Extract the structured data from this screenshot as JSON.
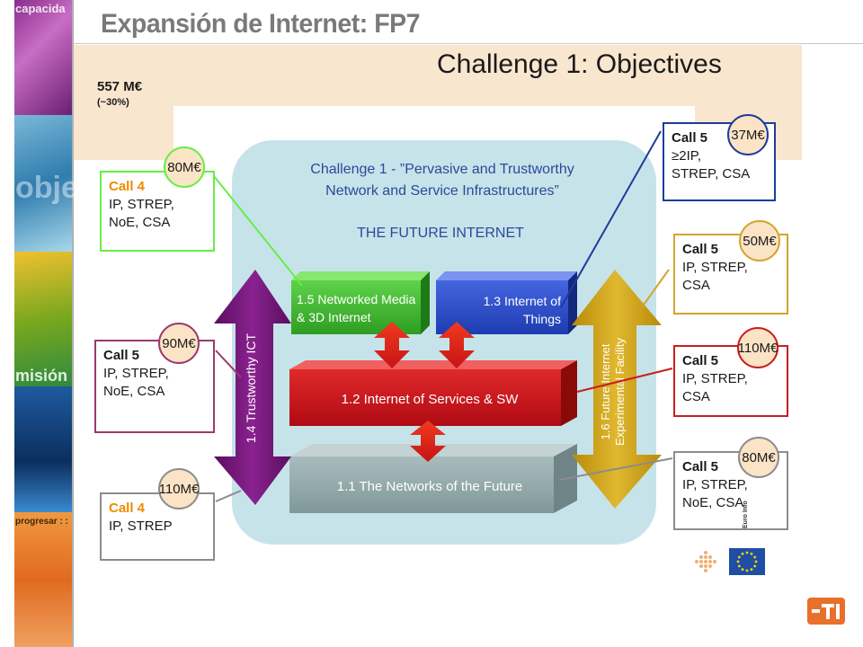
{
  "header": {
    "title": "Expansión de Internet: FP7"
  },
  "side_strip": {
    "words": [
      "capacida",
      "obje",
      "misión",
      "progresar : :"
    ]
  },
  "content": {
    "heading": "Challenge 1: Objectives",
    "budget_total": "557 M€",
    "budget_share": "(~30%)"
  },
  "challenge": {
    "title_line1": "Challenge 1 - ”Pervasive and Trustworthy",
    "title_line2": "Network and Service Infrastructures”",
    "subtitle": "THE FUTURE INTERNET",
    "blocks": {
      "networked_media": {
        "line1": "1.5 Networked Media",
        "line2": "& 3D Internet"
      },
      "internet_things": {
        "line1": "1.3 Internet of",
        "line2": "Things"
      },
      "services": {
        "label": "1.2 Internet of Services & SW"
      },
      "networks": {
        "label": "1.1 The Networks of the Future"
      },
      "trustworthy": {
        "label": "1.4 Trustworthy ICT"
      },
      "experimental": {
        "line1": "1.6 Future Internet",
        "line2": "Experimental Facility"
      }
    }
  },
  "calls": [
    {
      "id": "call4-media",
      "budget": "80M€",
      "call": "Call 4",
      "lines": [
        "IP, STREP,",
        "NoE, CSA"
      ],
      "color": "#66ee44",
      "call_color": "#f08a00"
    },
    {
      "id": "call5-trust",
      "budget": "90M€",
      "call": "Call 5",
      "lines": [
        "IP, STREP,",
        "NoE, CSA"
      ],
      "color": "#9c3a6e",
      "call_color": "#1a1a1a"
    },
    {
      "id": "call4-trust",
      "budget": "110M€",
      "call": "Call 4",
      "lines": [
        "IP, STREP"
      ],
      "color": "#8c8c8c",
      "call_color": "#f08a00"
    },
    {
      "id": "call5-things",
      "budget": "37M€",
      "call": "Call 5",
      "lines": [
        "≥2IP,",
        "STREP, CSA"
      ],
      "color": "#1e3c9c",
      "call_color": "#1a1a1a"
    },
    {
      "id": "call5-facility",
      "budget": "50M€",
      "call": "Call 5",
      "lines": [
        "IP, STREP,",
        "CSA"
      ],
      "color": "#d4a52a",
      "call_color": "#1a1a1a"
    },
    {
      "id": "call5-services",
      "budget": "110M€",
      "call": "Call 5",
      "lines": [
        "IP, STREP,",
        "CSA"
      ],
      "color": "#c81e1e",
      "call_color": "#1a1a1a"
    },
    {
      "id": "call5-networks",
      "budget": "80M€",
      "call": "Call 5",
      "lines": [
        "IP, STREP,",
        "NoE, CSA"
      ],
      "color": "#8c8c8c",
      "call_color": "#1a1a1a"
    }
  ],
  "logos": {
    "vertical_text": "Euro Info"
  },
  "colors": {
    "accent_orange": "#f08a00",
    "challenge_bg": "#c6e3ea",
    "media_green": "#3cb82e",
    "things_blue": "#2a4fc8",
    "services_red": "#c8141e",
    "networks_grey": "#8fa6a8",
    "trust_purple": "#6e1670",
    "facility_gold": "#c89a10"
  }
}
